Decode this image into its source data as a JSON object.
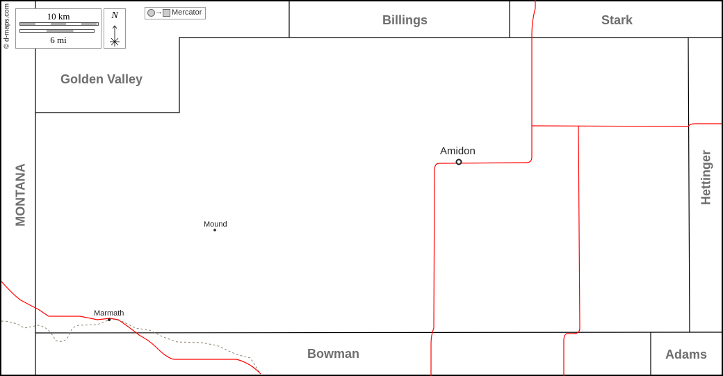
{
  "copyright": "© d-maps.com",
  "scale": {
    "km_label": "10 km",
    "mi_label": "6 mi"
  },
  "north_label": "N",
  "projection_label": "Mercator",
  "counties": {
    "billings": "Billings",
    "stark": "Stark",
    "golden_valley": "Golden Valley",
    "montana": "MONTANA",
    "hettinger": "Hettinger",
    "bowman": "Bowman",
    "adams": "Adams"
  },
  "towns": {
    "amidon": "Amidon",
    "mound": "Mound",
    "marmath": "Marmath"
  },
  "colors": {
    "road": "#ff0000",
    "border": "#000000",
    "label": "#6e6e6e"
  }
}
